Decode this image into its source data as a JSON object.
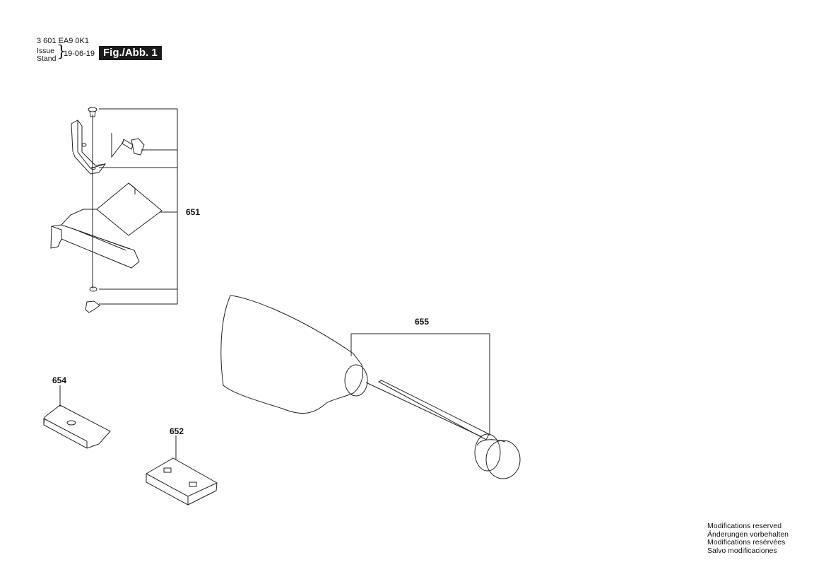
{
  "header": {
    "part_number": "3 601 EA9 0K1",
    "issue_label": "Issue",
    "stand_label": "Stand",
    "brace": "}",
    "date": "19-06-19",
    "figure_label": "Fig./Abb. 1"
  },
  "callouts": {
    "c651": "651",
    "c652": "652",
    "c654": "654",
    "c655": "655"
  },
  "footer": {
    "line1": "Modifications reserved",
    "line2": "Änderungen vorbehalten",
    "line3": "Modifications resérvées",
    "line4": "Salvo modificaciones"
  }
}
